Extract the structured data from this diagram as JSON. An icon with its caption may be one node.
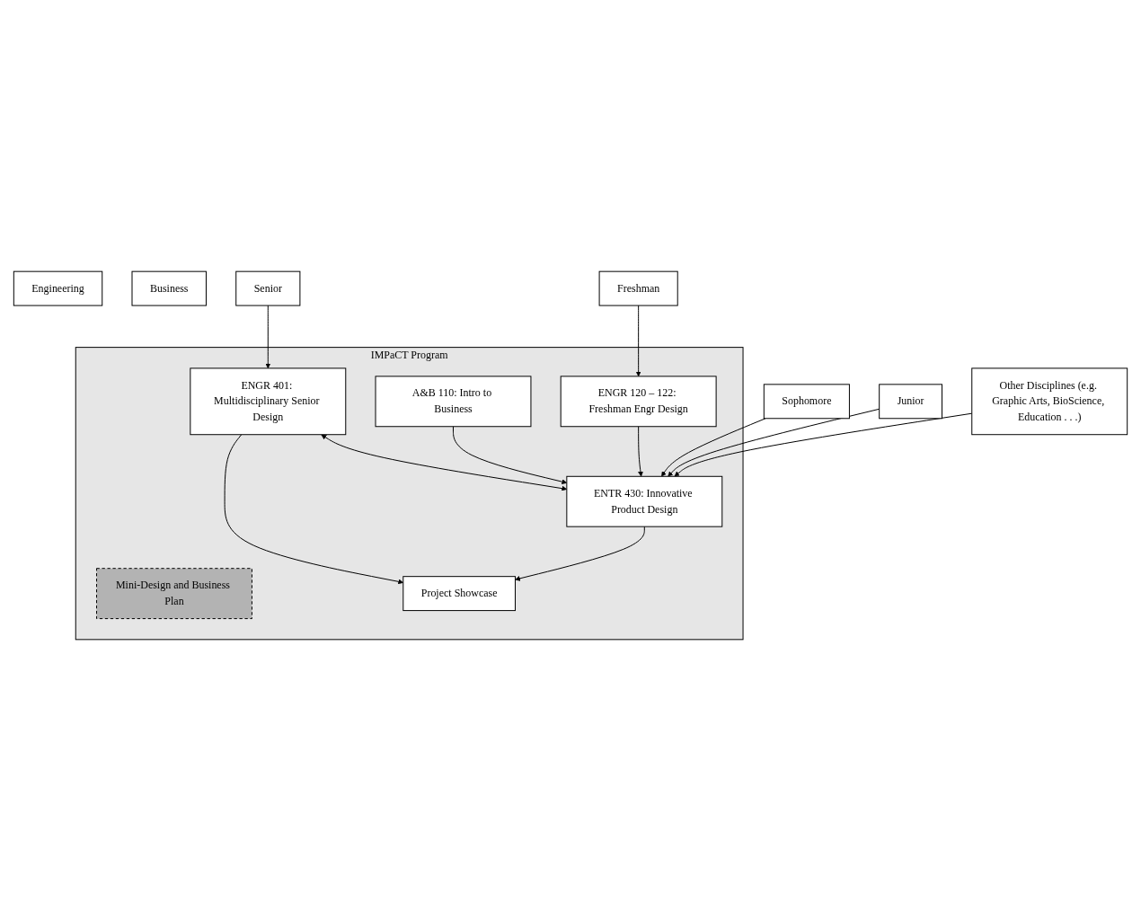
{
  "diagram": {
    "nodes": [
      {
        "text": [
          "Engineering"
        ]
      },
      {
        "text": [
          "Business"
        ]
      },
      {
        "text": [
          "Freshman"
        ]
      },
      {
        "text": [
          "IMPaCT Program"
        ]
      },
      {
        "text": [
          "ENGR 120 – 122: Freshman Engr Design"
        ],
        "in": 3
      },
      {
        "text": [
          "Mini-Design and Business Plan"
        ],
        "in": 3
      },
      {
        "text": [
          "A&B 110: Intro to Business"
        ],
        "in": 3
      },
      {
        "text": [
          "Sophomore"
        ]
      },
      {
        "text": [
          "ENTR 430: Innovative Product Design"
        ],
        "in": 3
      },
      {
        "text": [
          "Junior"
        ]
      },
      {
        "text": [
          "Other Disciplines (e.g. Graphic Arts, BioScience, Education . . .)"
        ]
      },
      {
        "text": [
          "Senior"
        ]
      },
      {
        "text": [
          "ENGR 401: Multidisciplinary Senior Design"
        ],
        "in": 3
      },
      {
        "text": [
          "Project Showcase"
        ],
        "in": 3
      }
    ],
    "edges": [
      {
        "from": 2,
        "to": 4,
        "arrow": "to"
      },
      {
        "from": 4,
        "to": 8,
        "arrow": "to"
      },
      {
        "from": 6,
        "to": 8,
        "arrow": "to"
      },
      {
        "from": 7,
        "to": 8,
        "arrow": "to"
      },
      {
        "from": 9,
        "to": 8,
        "arrow": "to"
      },
      {
        "from": 11,
        "to": 12,
        "arrow": "to"
      },
      {
        "from": 12,
        "to": 8,
        "arrow": "both"
      },
      {
        "from": 10,
        "to": 8,
        "arrow": "to"
      },
      {
        "from": 12,
        "to": 13,
        "arrow": "to"
      },
      {
        "from": 8,
        "to": 13,
        "arrow": "to"
      }
    ]
  }
}
